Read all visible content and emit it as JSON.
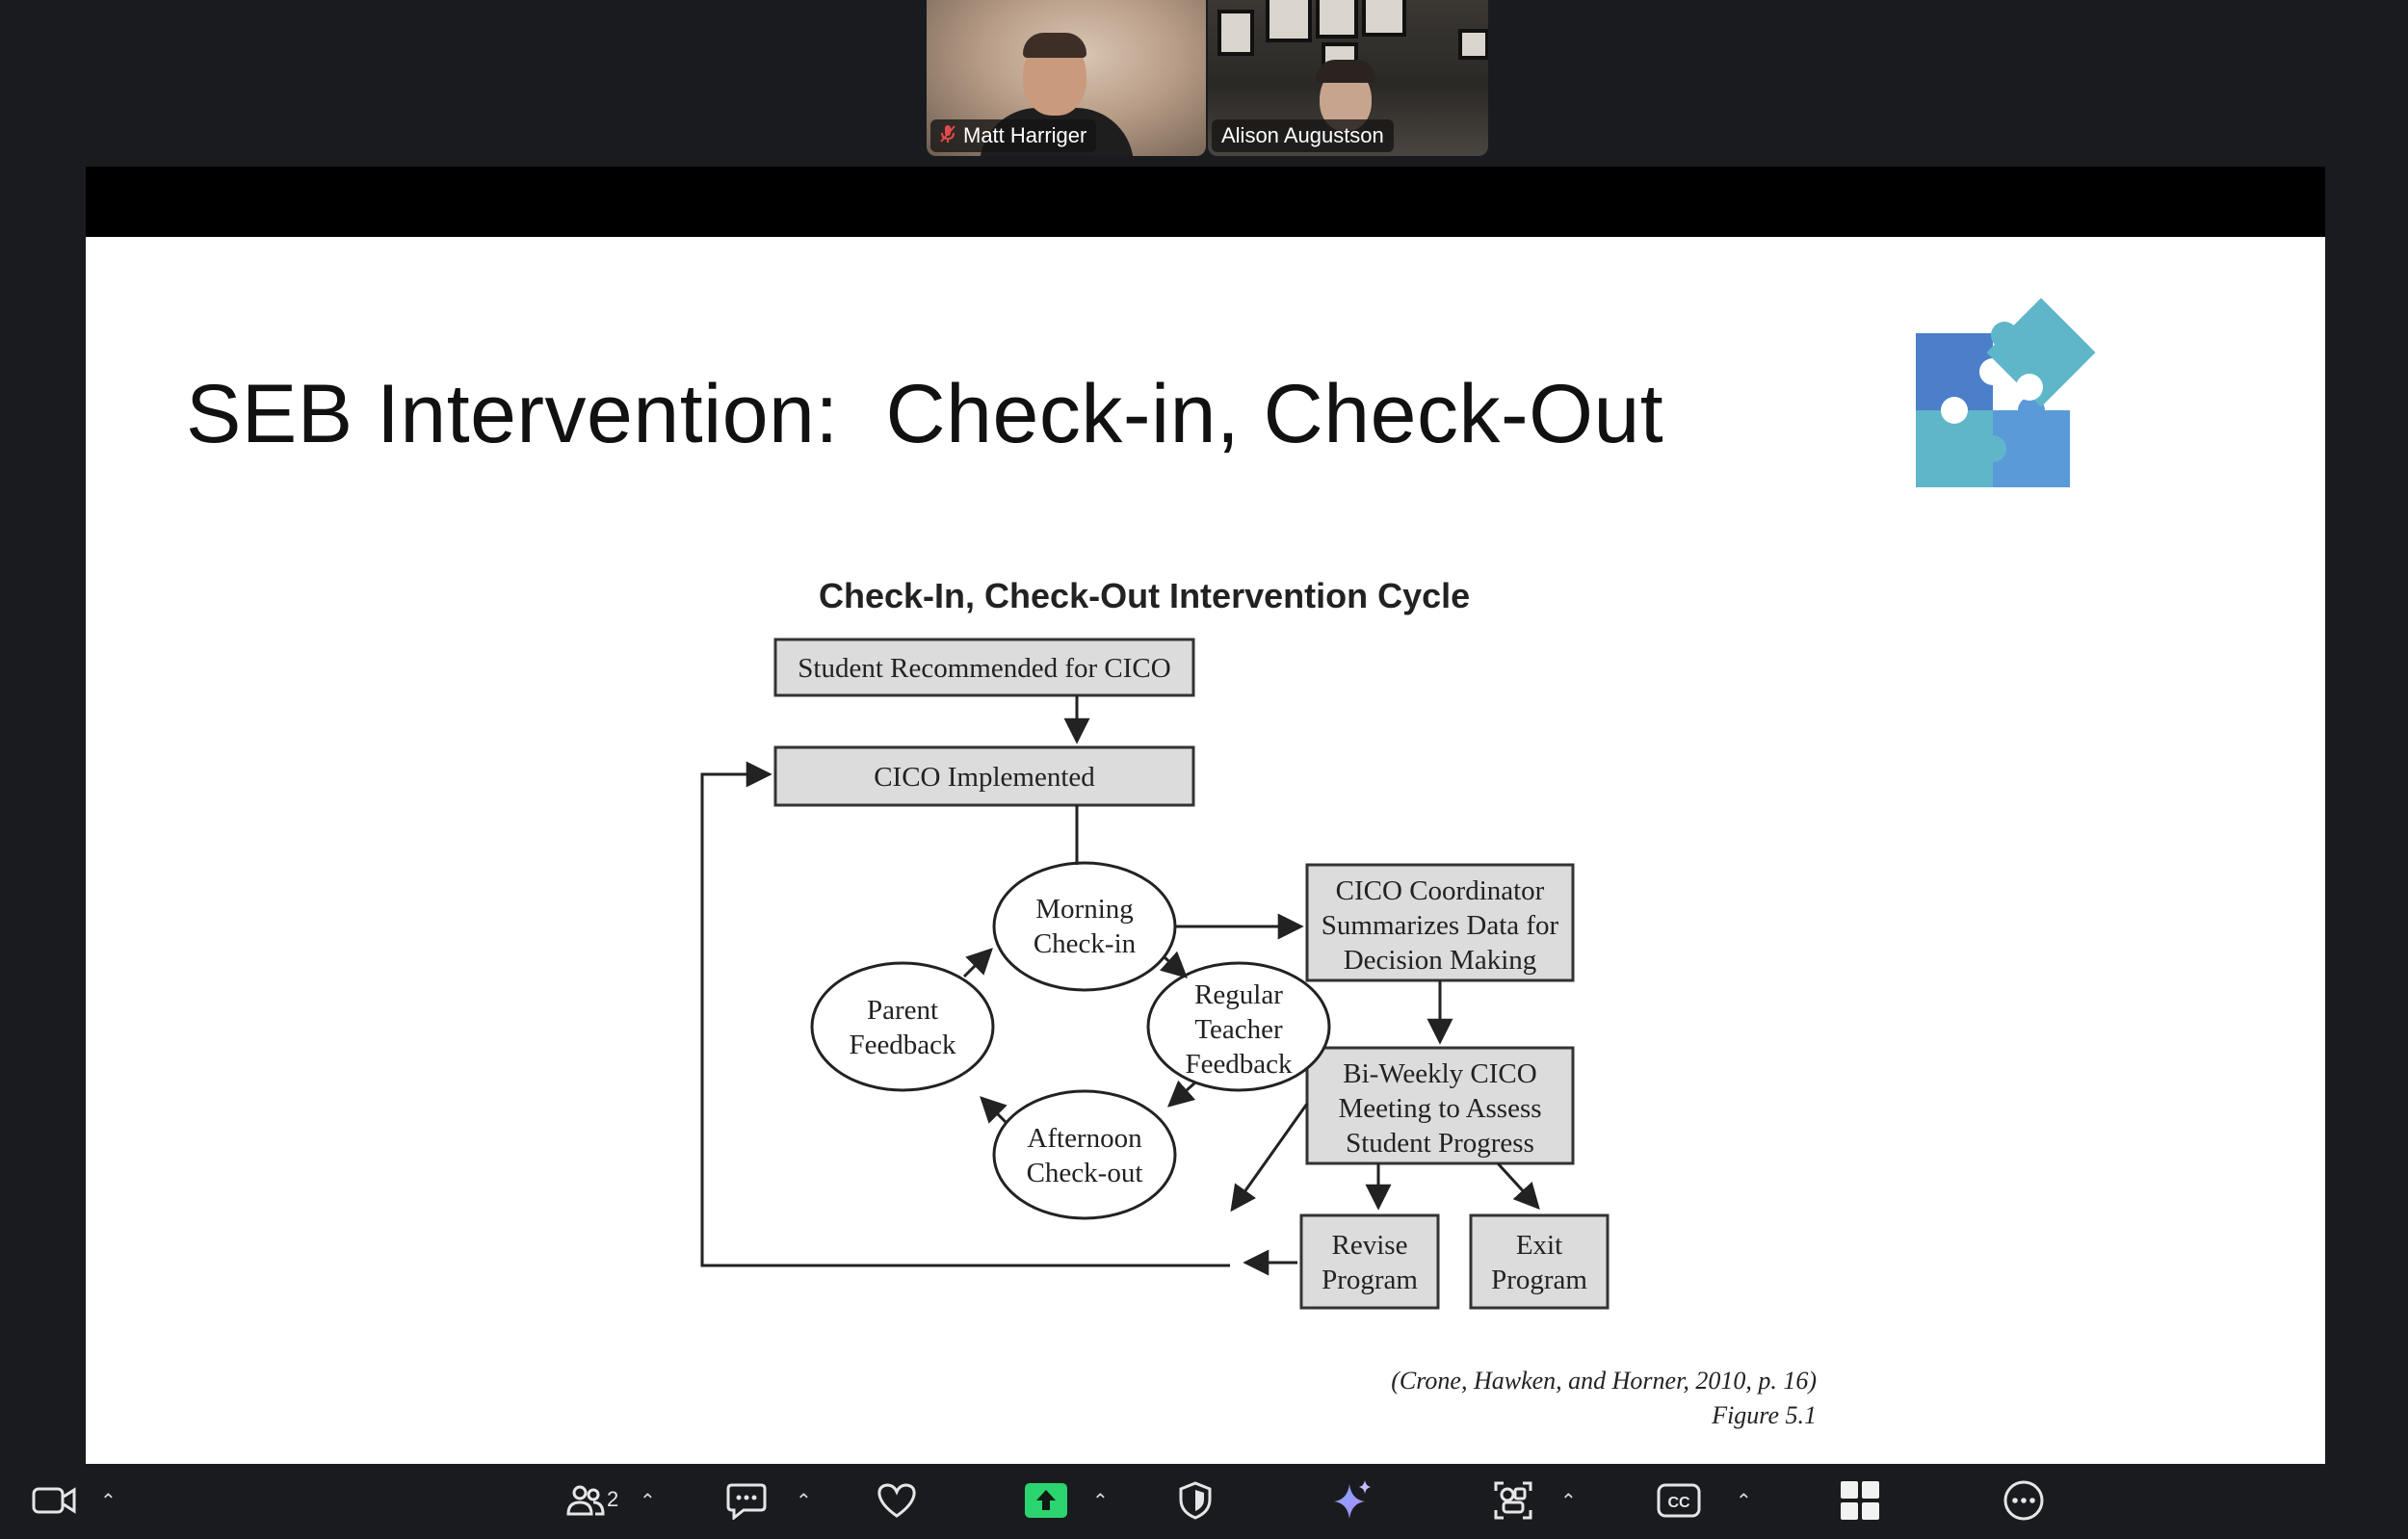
{
  "participants": [
    {
      "name": "Matt Harriger",
      "muted": true
    },
    {
      "name": "Alison Augustson",
      "muted": false
    }
  ],
  "slide": {
    "title": "SEB Intervention:  Check-in, Check-Out",
    "figure_title": "Check-In, Check-Out Intervention Cycle",
    "nodes": {
      "recommended": "Student Recommended for CICO",
      "implemented": "CICO Implemented",
      "morning": [
        "Morning",
        "Check-in"
      ],
      "teacher": [
        "Regular",
        "Teacher",
        "Feedback"
      ],
      "afternoon": [
        "Afternoon",
        "Check-out"
      ],
      "parent": [
        "Parent",
        "Feedback"
      ],
      "coordinator": [
        "CICO Coordinator",
        "Summarizes Data for",
        "Decision Making"
      ],
      "meeting": [
        "Bi-Weekly CICO",
        "Meeting to Assess",
        "Student Progress"
      ],
      "revise": [
        "Revise",
        "Program"
      ],
      "exit": [
        "Exit",
        "Program"
      ]
    },
    "citation_source": "(Crone, Hawken, and Horner, 2010, p. 16)",
    "citation_figure": "Figure 5.1"
  },
  "toolbar": {
    "participants_count": "2",
    "items": [
      "video",
      "participants",
      "chat",
      "react",
      "share",
      "host-tools",
      "ai-companion",
      "apps",
      "captions",
      "docs",
      "more"
    ]
  },
  "colors": {
    "background": "#1a1b1e",
    "share_green": "#2bd46f",
    "muted_red": "#e5484d",
    "puzzle_blue": "#4b7fc9",
    "puzzle_teal": "#5fb6c9"
  }
}
